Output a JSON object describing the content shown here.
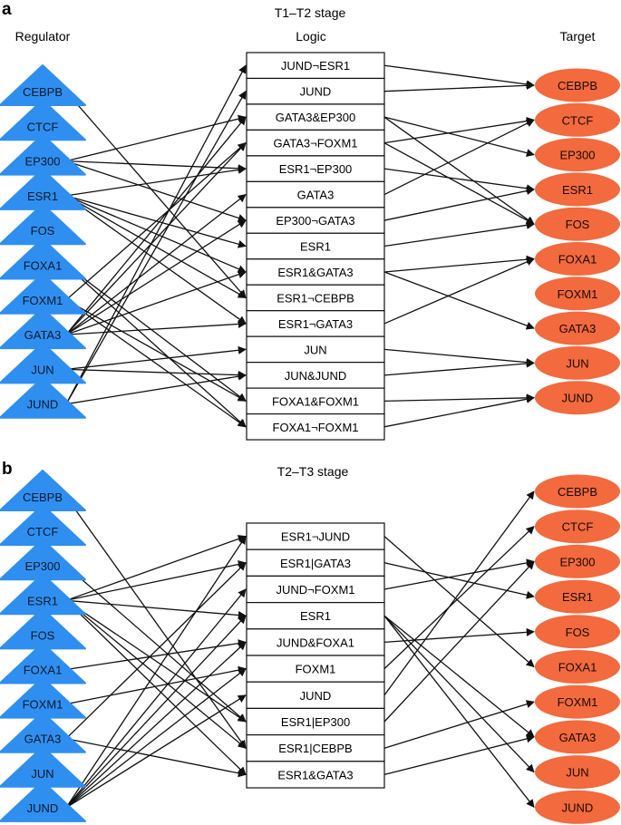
{
  "colors": {
    "regulator": "#2f8ff0",
    "target": "#f26a3d",
    "edge": "#111111",
    "box_stroke": "#111111"
  },
  "panels": [
    {
      "letter": "a",
      "stage": "T1–T2 stage",
      "headers": {
        "regulator": "Regulator",
        "logic": "Logic",
        "target": "Target"
      },
      "regulators": [
        "CEBPB",
        "CTCF",
        "EP300",
        "ESR1",
        "FOS",
        "FOXA1",
        "FOXM1",
        "GATA3",
        "JUN",
        "JUND"
      ],
      "logic": [
        "JUND¬ESR1",
        "JUND",
        "GATA3&EP300",
        "GATA3¬FOXM1",
        "ESR1¬EP300",
        "GATA3",
        "EP300¬GATA3",
        "ESR1",
        "ESR1&GATA3",
        "ESR1¬CEBPB",
        "ESR1¬GATA3",
        "JUN",
        "JUN&JUND",
        "FOXA1&FOXM1",
        "FOXA1¬FOXM1"
      ],
      "targets": [
        "CEBPB",
        "CTCF",
        "EP300",
        "ESR1",
        "FOS",
        "FOXA1",
        "FOXM1",
        "GATA3",
        "JUN",
        "JUND"
      ],
      "inputs": [
        [
          9,
          0
        ],
        [
          9,
          1
        ],
        [
          2,
          2
        ],
        [
          7,
          2
        ],
        [
          7,
          3
        ],
        [
          6,
          3
        ],
        [
          3,
          4
        ],
        [
          2,
          4
        ],
        [
          7,
          5
        ],
        [
          2,
          6
        ],
        [
          7,
          6
        ],
        [
          3,
          7
        ],
        [
          3,
          8
        ],
        [
          7,
          8
        ],
        [
          3,
          9
        ],
        [
          0,
          9
        ],
        [
          3,
          10
        ],
        [
          7,
          10
        ],
        [
          8,
          11
        ],
        [
          8,
          12
        ],
        [
          9,
          12
        ],
        [
          5,
          13
        ],
        [
          6,
          13
        ],
        [
          5,
          14
        ],
        [
          6,
          14
        ]
      ],
      "outputs": [
        [
          0,
          0
        ],
        [
          1,
          0
        ],
        [
          2,
          2
        ],
        [
          2,
          4
        ],
        [
          3,
          1
        ],
        [
          3,
          4
        ],
        [
          4,
          3
        ],
        [
          5,
          1
        ],
        [
          6,
          3
        ],
        [
          7,
          4
        ],
        [
          8,
          5
        ],
        [
          8,
          7
        ],
        [
          10,
          5
        ],
        [
          11,
          8
        ],
        [
          12,
          8
        ],
        [
          13,
          9
        ],
        [
          14,
          9
        ]
      ]
    },
    {
      "letter": "b",
      "stage": "T2–T3 stage",
      "regulators": [
        "CEBPB",
        "CTCF",
        "EP300",
        "ESR1",
        "FOS",
        "FOXA1",
        "FOXM1",
        "GATA3",
        "JUN",
        "JUND"
      ],
      "logic": [
        "ESR1¬JUND",
        "ESR1|GATA3",
        "JUND¬FOXM1",
        "ESR1",
        "JUND&FOXA1",
        "FOXM1",
        "JUND",
        "ESR1|EP300",
        "ESR1|CEBPB",
        "ESR1&GATA3"
      ],
      "targets": [
        "CEBPB",
        "CTCF",
        "EP300",
        "ESR1",
        "FOS",
        "FOXA1",
        "FOXM1",
        "GATA3",
        "JUN",
        "JUND"
      ],
      "inputs": [
        [
          3,
          0
        ],
        [
          9,
          0
        ],
        [
          3,
          1
        ],
        [
          7,
          1
        ],
        [
          9,
          2
        ],
        [
          3,
          3
        ],
        [
          9,
          3
        ],
        [
          5,
          4
        ],
        [
          9,
          4
        ],
        [
          6,
          5
        ],
        [
          9,
          5
        ],
        [
          9,
          6
        ],
        [
          3,
          7
        ],
        [
          2,
          7
        ],
        [
          0,
          8
        ],
        [
          3,
          8
        ],
        [
          3,
          9
        ],
        [
          7,
          9
        ]
      ],
      "outputs": [
        [
          0,
          5
        ],
        [
          1,
          3
        ],
        [
          2,
          2
        ],
        [
          3,
          7
        ],
        [
          3,
          8
        ],
        [
          3,
          9
        ],
        [
          4,
          4
        ],
        [
          5,
          1
        ],
        [
          6,
          0
        ],
        [
          7,
          2
        ],
        [
          8,
          6
        ],
        [
          9,
          7
        ]
      ]
    }
  ]
}
